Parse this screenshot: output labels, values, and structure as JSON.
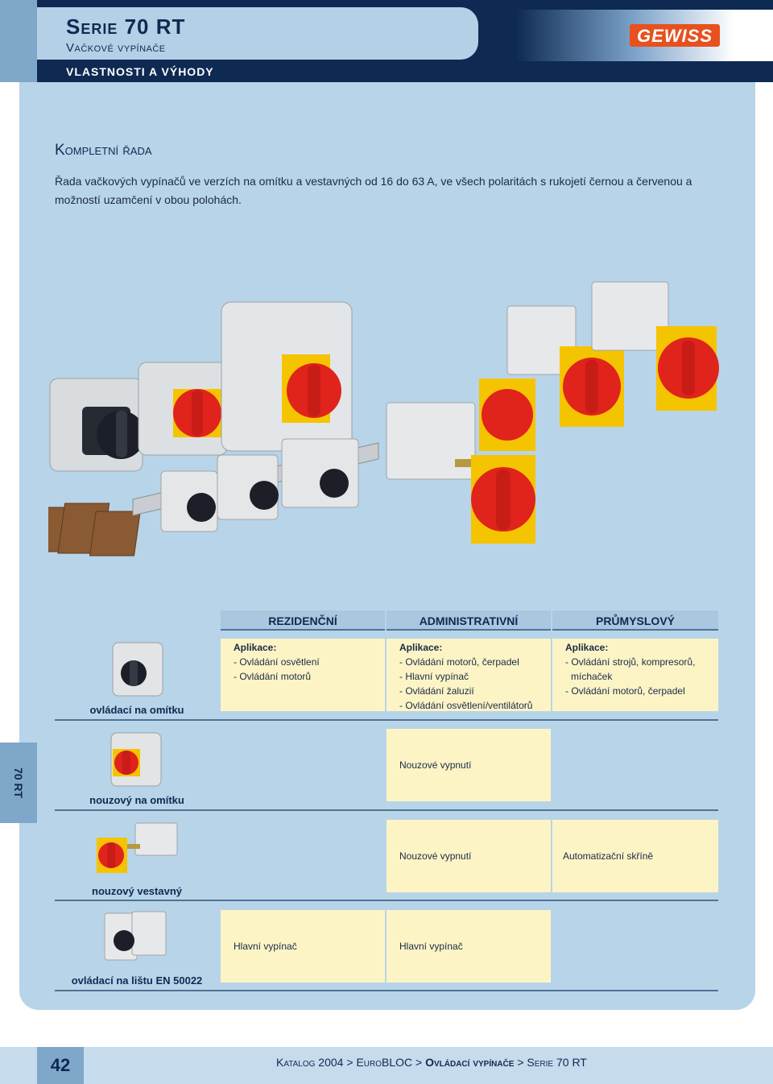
{
  "header": {
    "series_title": "Serie 70 RT",
    "series_subtitle": "Vačkové vypínače",
    "section_nav": "VLASTNOSTI A VÝHODY",
    "brand": "GEWISS"
  },
  "section": {
    "title": "Kompletní řada",
    "intro": "Řada vačkových vypínačů ve verzích na omítku a vestavných od 16 do 63 A, ve všech polaritách s rukojetí černou a červenou a možností uzamčení v obou polohách."
  },
  "table": {
    "columns": [
      "REZIDENČNÍ",
      "ADMINISTRATIVNÍ",
      "PRŮMYSLOVÝ"
    ],
    "rows": [
      {
        "label": "ovládací na omítku",
        "cells": [
          {
            "heading": "Aplikace:",
            "lines": [
              "- Ovládání osvětlení",
              "- Ovládání motorů"
            ]
          },
          {
            "heading": "Aplikace:",
            "lines": [
              "- Ovládání motorů, čerpadel",
              "- Hlavní vypínač",
              "- Ovládání žaluzií",
              "- Ovládání osvětlení/ventilátorů"
            ]
          },
          {
            "heading": "Aplikace:",
            "lines": [
              "- Ovládání strojů, kompresorů,",
              "  míchaček",
              "- Ovládání motorů, čerpadel"
            ]
          }
        ]
      },
      {
        "label": "nouzový na omítku",
        "cells": [
          {
            "text": ""
          },
          {
            "text": "Nouzové vypnutí"
          },
          {
            "text": ""
          }
        ]
      },
      {
        "label": "nouzový vestavný",
        "cells": [
          {
            "text": ""
          },
          {
            "text": "Nouzové vypnutí"
          },
          {
            "text": "Automatizační skříně"
          }
        ]
      },
      {
        "label": "ovládací na lištu EN 50022",
        "cells": [
          {
            "text": "Hlavní vypínač"
          },
          {
            "text": "Hlavní vypínač"
          },
          {
            "text": ""
          }
        ]
      }
    ]
  },
  "side_tab": "70 RT",
  "footer": {
    "page_number": "42",
    "breadcrumb_1": "Katalog 2004",
    "breadcrumb_2": "EuroBLOC",
    "breadcrumb_3": "Ovládací vypínače",
    "breadcrumb_4": "Serie 70 RT",
    "separator": ">"
  },
  "colors": {
    "navy": "#0e2a52",
    "panel_blue": "#b8d4e8",
    "cell_yellow": "#fdf4c6",
    "brand_orange": "#e8501e",
    "switch_red": "#e0231b",
    "switch_yellow": "#f5c400"
  }
}
